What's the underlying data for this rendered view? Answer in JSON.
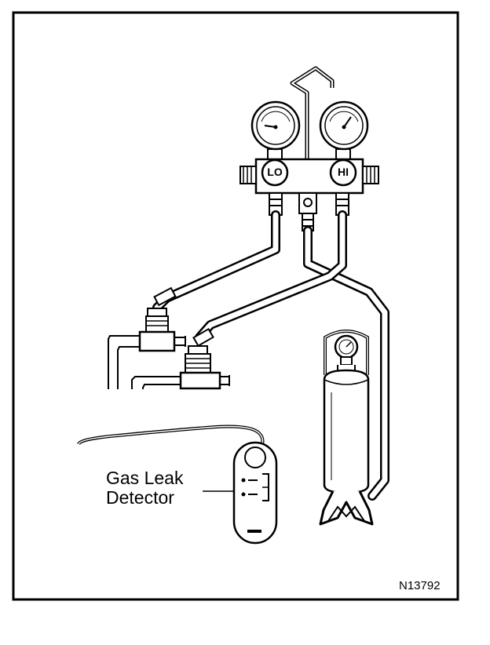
{
  "figure": {
    "labels": {
      "lo": "LO",
      "hi": "HI",
      "detector_line1": "Gas Leak",
      "detector_line2": "Detector",
      "code": "N13792"
    },
    "colors": {
      "ink": "#000000",
      "paper": "#ffffff"
    }
  }
}
